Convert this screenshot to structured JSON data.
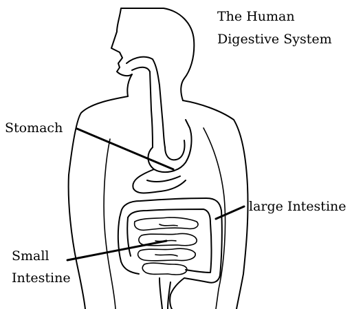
{
  "title": {
    "line1": "The Human",
    "line2": "Digestive System"
  },
  "labels": {
    "stomach": "Stomach",
    "large_intestine": "large Intestine",
    "small_intestine_line1": "Small",
    "small_intestine_line2": "Intestine"
  },
  "colors": {
    "background": "#ffffff",
    "ink": "#000000"
  }
}
